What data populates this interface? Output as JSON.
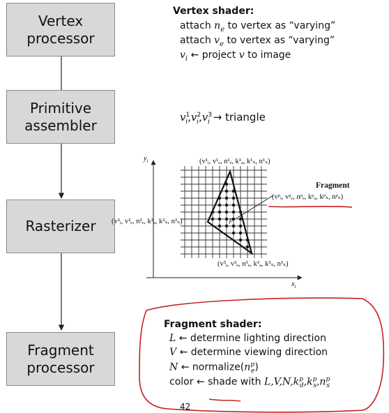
{
  "pipeline": {
    "stages": [
      {
        "label": "Vertex processor",
        "line1": "Vertex",
        "line2": "processor"
      },
      {
        "label": "Primitive assembler",
        "line1": "Primitive",
        "line2": "assembler"
      },
      {
        "label": "Rasterizer",
        "line1": "Rasterizer",
        "line2": ""
      },
      {
        "label": "Fragment processor",
        "line1": "Fragment",
        "line2": "processor"
      }
    ]
  },
  "vertex_shader": {
    "title": "Vertex shader:",
    "line1_pre": "attach ",
    "line1_sym": "n",
    "line1_sub": "e",
    "line1_post": " to vertex as “varying”",
    "line2_pre": "attach ",
    "line2_sym": "v",
    "line2_sub": "e",
    "line2_post": " to vertex as “varying”",
    "line3_sym": "v",
    "line3_sub": "i",
    "line3_post": " ← project ",
    "line3_v": "v",
    "line3_end": " to image"
  },
  "primitive": {
    "v1": "v",
    "sup1": "1",
    "sub1": "i",
    "v2": "v",
    "sup2": "2",
    "sub2": "i",
    "v3": "v",
    "sup3": "3",
    "sub3": "i",
    "arrow_text": "→ triangle"
  },
  "raster_figure": {
    "y_axis_label": "y",
    "y_axis_sub": "i",
    "x_axis_label": "x",
    "x_axis_sub": "i",
    "vertex1_label": "(v¹ᵢ, v¹ₑ, n¹ₑ, k¹ₐ, k¹ₛ, n¹ₛ)",
    "vertex2_label": "(v²ᵢ, v²ₑ, n²ₑ, k²ₐ, k²ₛ, n²ₛ)",
    "vertex3_label": "(v³ᵢ, v³ₑ, n³ₑ, k³ₐ, k³ₛ, n³ₛ)",
    "fragment_title": "Fragment",
    "fragment_label": "(vᵖᵢ, vᵖₑ, nᵖₑ, kᵖₐ, kᵖₛ, nᵖₛ)",
    "point_label": "p"
  },
  "fragment_shader": {
    "title": "Fragment shader:",
    "l1_sym": "L",
    "l1_text": " ← determine lighting direction",
    "l2_sym": "V",
    "l2_text": " ← determine viewing direction",
    "l3_sym": "N",
    "l3_text": " ← normalize(",
    "l3_arg": "n",
    "l3_sup": "p",
    "l3_sub": "e",
    "l3_end": ")",
    "l4_text": "color ← shade with ",
    "l4_args": "L,V,N,k",
    "l4_k1sup": "p",
    "l4_k1sub": "d",
    "l4_mid": ",k",
    "l4_k2sup": "p",
    "l4_k2sub": "s",
    "l4_mid2": ",n",
    "l4_n2sup": "p",
    "l4_n2sub": "s"
  },
  "page_number": "42",
  "colors": {
    "box_fill": "#d8d8d8",
    "annotation_red": "#c62020"
  }
}
